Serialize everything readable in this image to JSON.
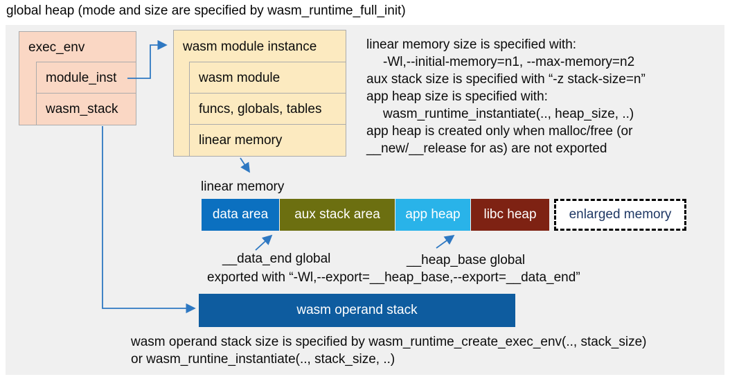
{
  "title": "global heap (mode and size are specified by wasm_runtime_full_init)",
  "exec_env": {
    "header": "exec_env",
    "children": [
      "module_inst",
      "wasm_stack"
    ]
  },
  "module_instance": {
    "header": "wasm module instance",
    "children": [
      "wasm module",
      "funcs, globals, tables",
      "linear memory"
    ]
  },
  "notes_right": {
    "lines": [
      "linear memory size is specified with:",
      "-Wl,--initial-memory=n1, --max-memory=n2",
      "aux stack size is specified with “-z stack-size=n”",
      "app heap size is specified with:",
      "wasm_runtime_instantiate(.., heap_size, ..)",
      "app heap is created only when malloc/free (or",
      "__new/__release for as) are not exported"
    ]
  },
  "linear_memory": {
    "label": "linear memory",
    "segments": [
      {
        "label": "data area",
        "color": "#0B70C0"
      },
      {
        "label": "aux stack area",
        "color": "#6C6F10"
      },
      {
        "label": "app heap",
        "color": "#29B3E9"
      },
      {
        "label": "libc heap",
        "color": "#7E2213"
      },
      {
        "label": "enlarged memory",
        "color": "#FFFFFF",
        "border": "dashed",
        "text_color": "#1F3864"
      }
    ],
    "annotations": {
      "data_end": "__data_end global",
      "heap_base": "__heap_base global",
      "exported": "exported with “-Wl,--export=__heap_base,--export=__data_end”"
    }
  },
  "operand_stack": {
    "label": "wasm operand stack",
    "color": "#0E5C9F"
  },
  "notes_bottom": {
    "lines": [
      "wasm operand stack size is specified by wasm_runtime_create_exec_env(.., stack_size)",
      "or wasm_runtine_instantiate(.., stack_size, ..)"
    ]
  },
  "colors": {
    "panel_bg": "#F0F0F0",
    "box_peach": "#FAD7C4",
    "box_cream": "#FCEAC0",
    "box_border": "#ABABAB",
    "arrow_blue": "#2E78C2",
    "navy_text": "#1F3864"
  }
}
